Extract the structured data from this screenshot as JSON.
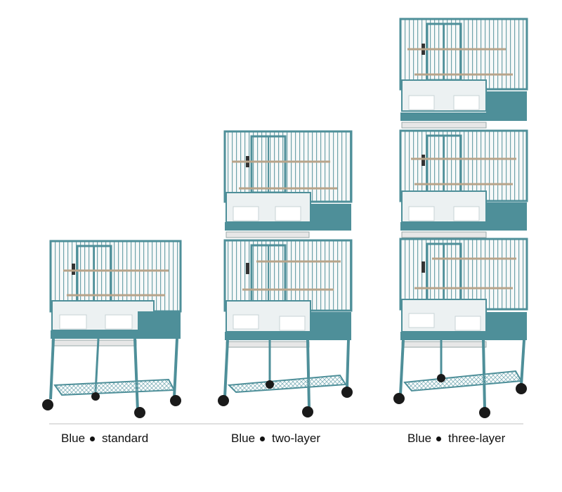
{
  "products": [
    {
      "color": "Blue",
      "variant": "standard"
    },
    {
      "color": "Blue",
      "variant": "two-layer"
    },
    {
      "color": "Blue",
      "variant": "three-layer"
    }
  ],
  "colors": {
    "frame": "#4e8f99",
    "frame_dark": "#3c747d",
    "wire": "#7fb0b8",
    "tray": "#ecf1f2",
    "wheel": "#1a1a1a",
    "perch": "#b8a48a"
  }
}
